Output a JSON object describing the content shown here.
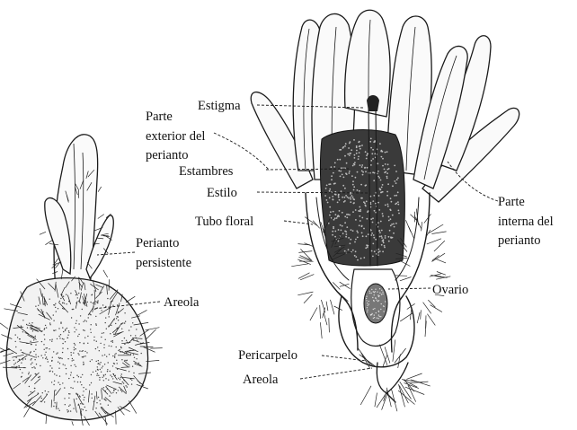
{
  "labels": {
    "estigma": "Estigma",
    "parte_exterior": [
      "Parte",
      "exterior del",
      "perianto"
    ],
    "estambres": "Estambres",
    "estilo": "Estilo",
    "tubo_floral": "Tubo floral",
    "perianto_persistente": [
      "Perianto",
      "persistente"
    ],
    "areola_fruit": "Areola",
    "parte_interna": [
      "Parte",
      "interna del",
      "perianto"
    ],
    "ovario": "Ovario",
    "pericarpelo": "Pericarpelo",
    "areola_flower": "Areola"
  }
}
